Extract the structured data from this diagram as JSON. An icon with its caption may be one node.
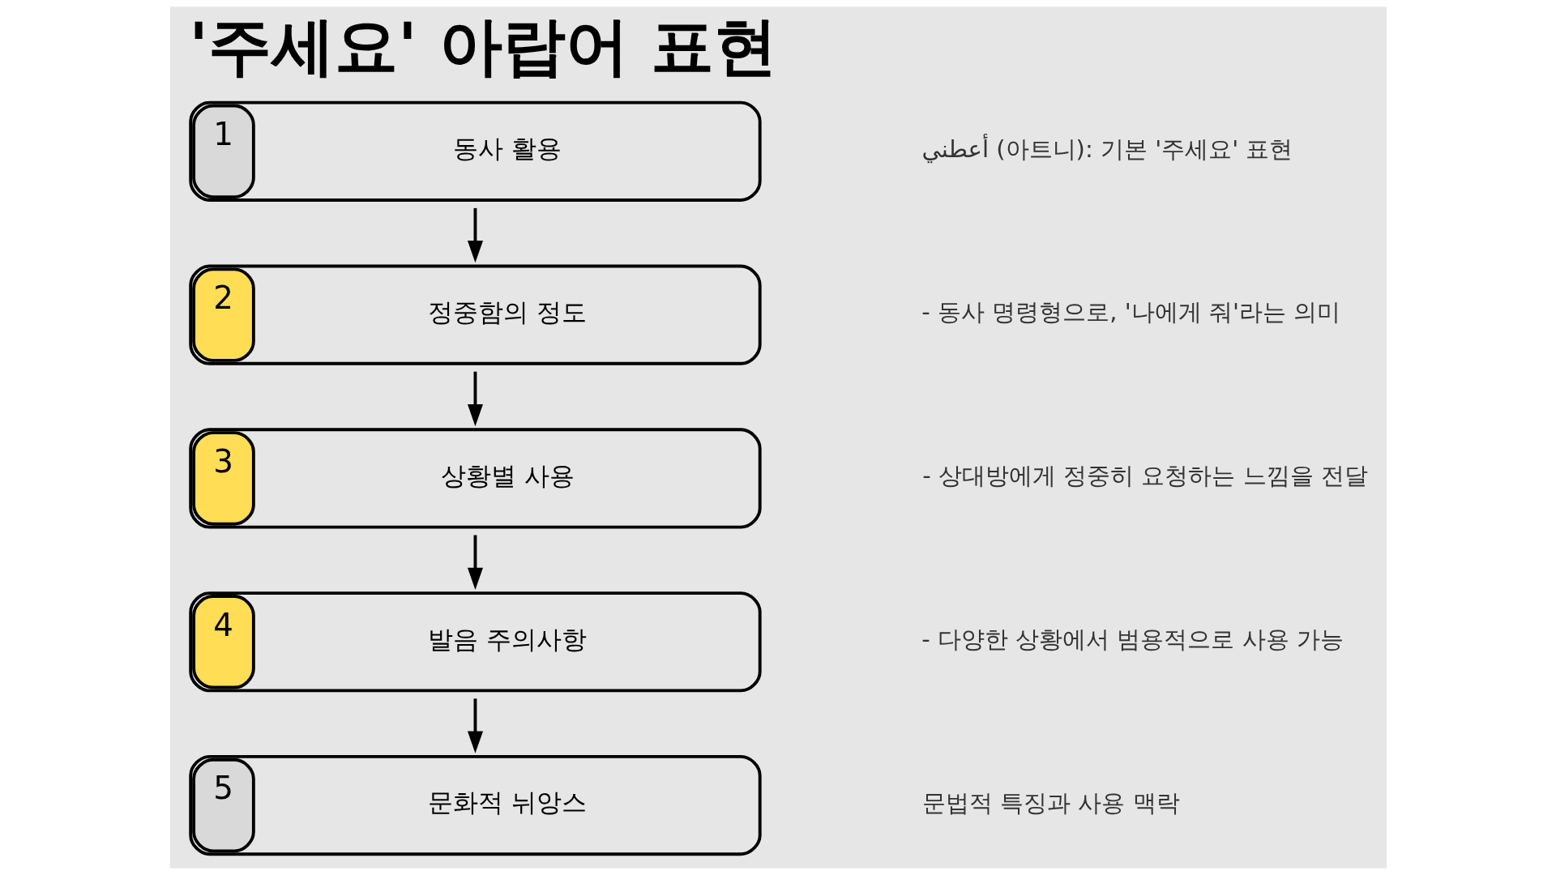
{
  "diagram": {
    "title": "'주세요' 아랍어 표현",
    "nodes": [
      {
        "text": [
          "1",
          "동사 활용"
        ]
      },
      {
        "text": [
          "2",
          "정중함의 정도"
        ]
      },
      {
        "text": [
          "3",
          "상황별 사용"
        ]
      },
      {
        "text": [
          "4",
          "발음 주의사항"
        ]
      },
      {
        "text": [
          "5",
          "문화적 뉘앙스"
        ]
      }
    ],
    "edges": [
      {
        "from": 0,
        "to": 1,
        "arrow": "to"
      },
      {
        "from": 1,
        "to": 2,
        "arrow": "to"
      },
      {
        "from": 2,
        "to": 3,
        "arrow": "to"
      },
      {
        "from": 3,
        "to": 4,
        "arrow": "to"
      }
    ],
    "labels": [
      "أعطني (아트니): 기본 '주세요' 표현",
      "- 동사 명령형으로, '나에게 줘'라는 의미",
      "- 상대방에게 정중히 요청하는 느낌을 전달",
      "- 다양한 상황에서 범용적으로 사용 가능",
      "문법적 특징과 사용 맥락"
    ]
  }
}
